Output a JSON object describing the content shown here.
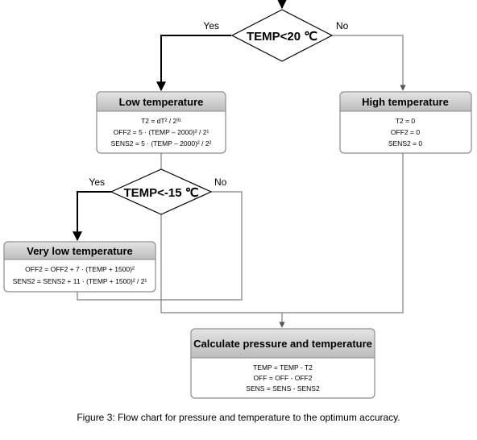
{
  "decision1": {
    "text": "TEMP<20 ℃",
    "yes": "Yes",
    "no": "No"
  },
  "decision2": {
    "text": "TEMP<-15 ℃",
    "yes": "Yes",
    "no": "No"
  },
  "low_temp": {
    "title": "Low temperature",
    "lines": [
      "T2 = dT² / 2³¹",
      "OFF2 = 5 · (TEMP – 2000)² / 2¹",
      "SENS2 = 5 · (TEMP – 2000)² / 2²"
    ]
  },
  "high_temp": {
    "title": "High temperature",
    "lines": [
      "T2 = 0",
      "OFF2 = 0",
      "SENS2 = 0"
    ]
  },
  "very_low_temp": {
    "title": "Very low temperature",
    "lines": [
      "OFF2 = OFF2 + 7 · (TEMP + 1500)²",
      "SENS2 = SENS2 + 11 · (TEMP + 1500)² / 2¹"
    ]
  },
  "calculate": {
    "title": "Calculate pressure and temperature",
    "lines": [
      "TEMP = TEMP - T2",
      "OFF = OFF - OFF2",
      "SENS = SENS - SENS2"
    ]
  },
  "caption": "Figure 3: Flow chart for pressure and temperature to the optimum accuracy."
}
